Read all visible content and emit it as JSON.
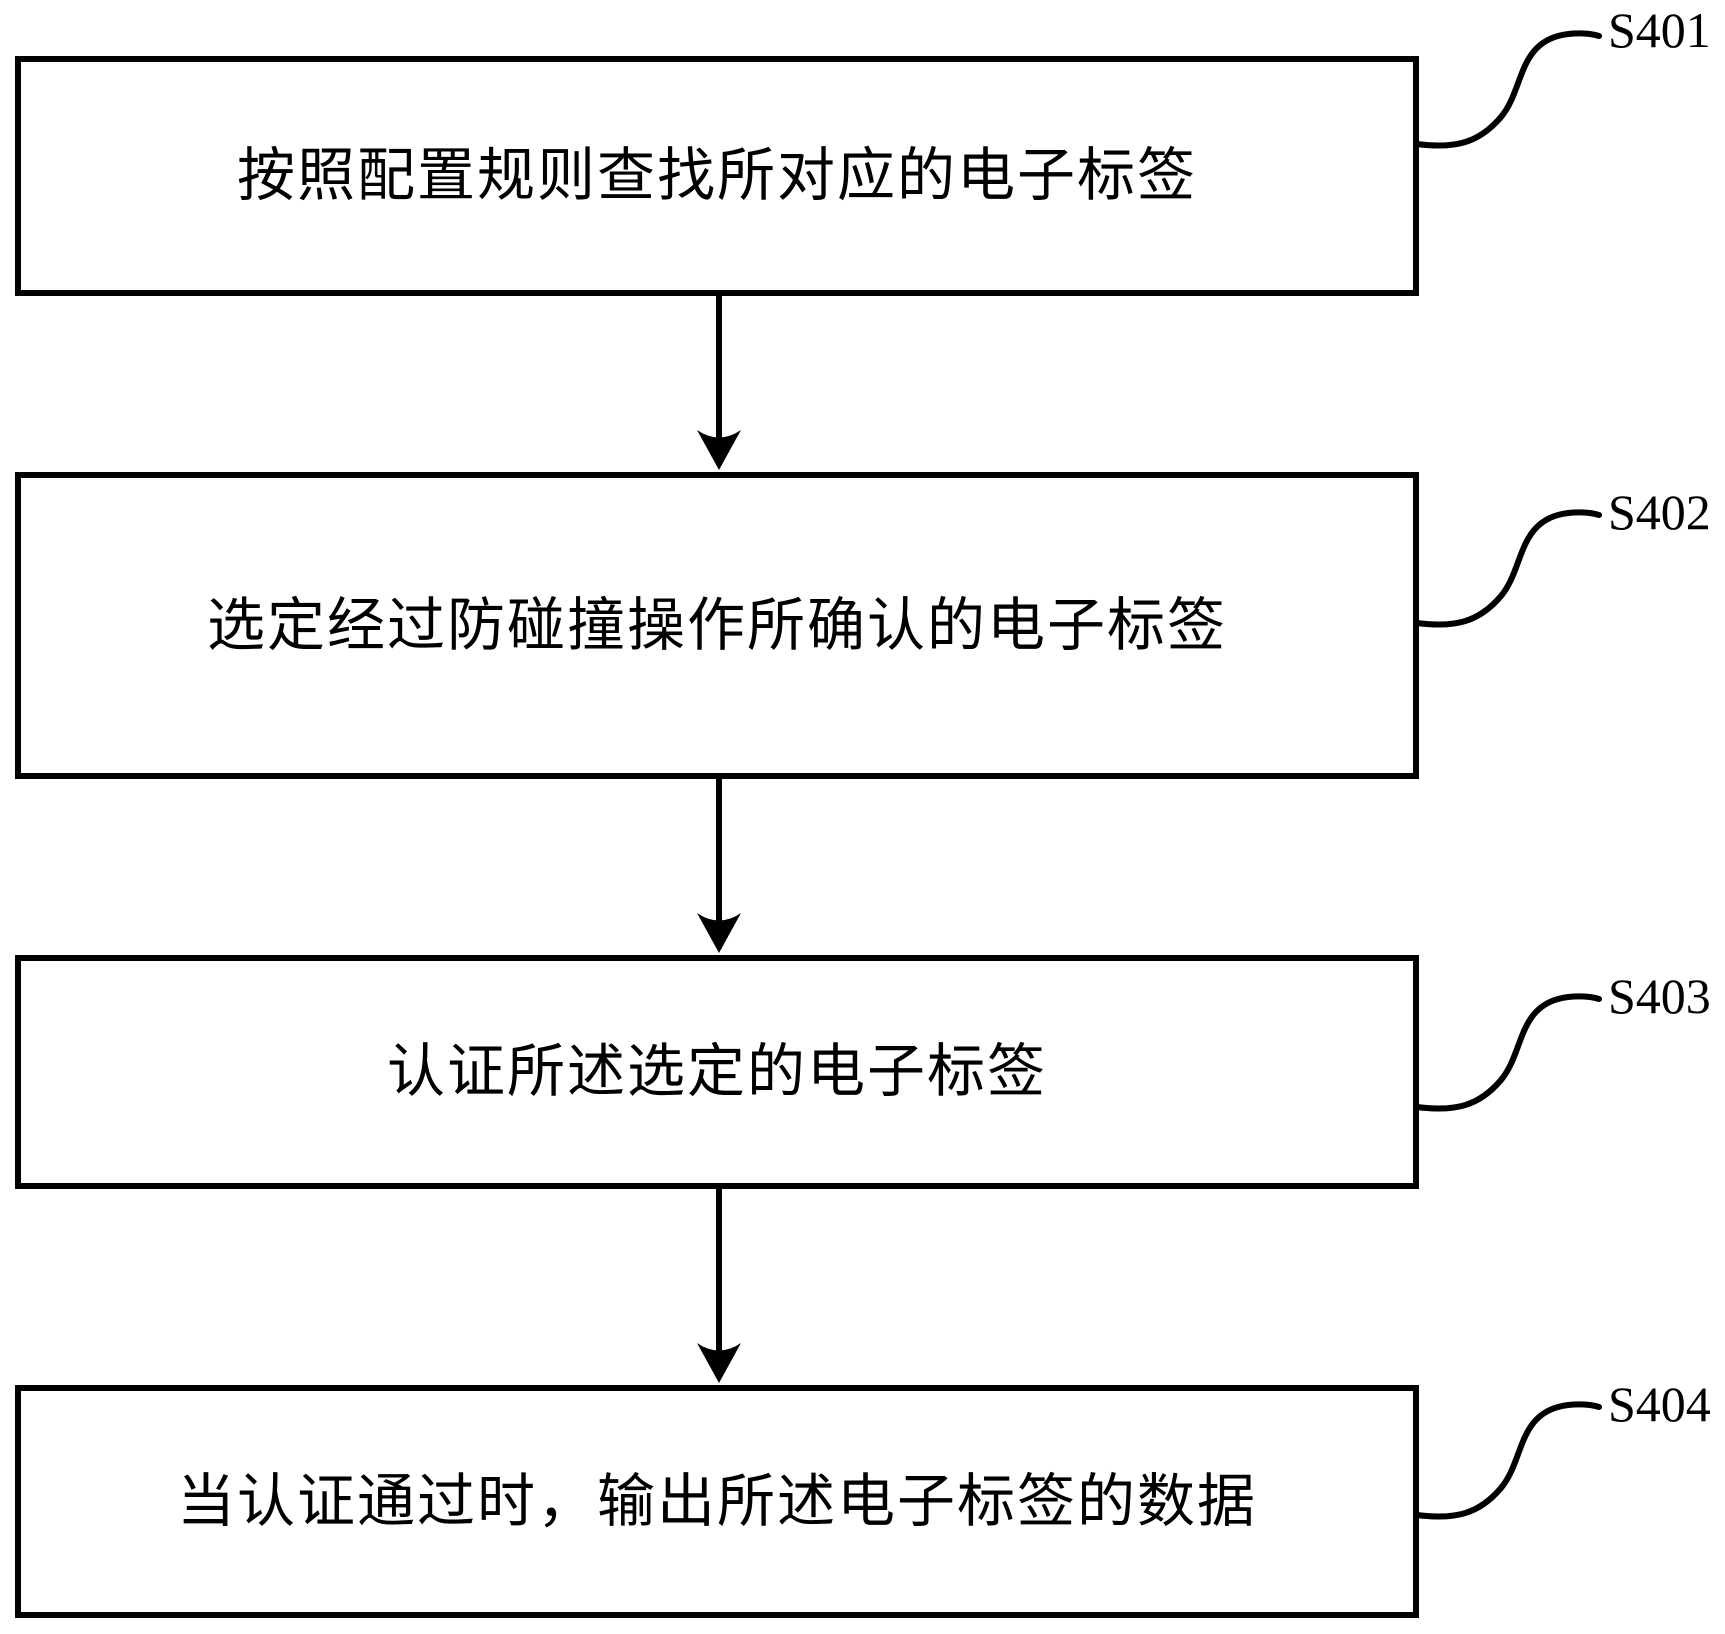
{
  "figure": {
    "type": "flowchart",
    "background_color": "#ffffff",
    "line_color": "#000000",
    "text_color": "#000000",
    "steps": [
      {
        "tag": "S401",
        "text": "按照配置规则查找所对应的电子标签"
      },
      {
        "tag": "S402",
        "text": "选定经过防碰撞操作所确认的电子标签"
      },
      {
        "tag": "S403",
        "text": "认证所述选定的电子标签"
      },
      {
        "tag": "S404",
        "text": "当认证通过时，输出所述电子标签的数据"
      }
    ],
    "connections": [
      {
        "from": "S401",
        "to": "S402"
      },
      {
        "from": "S402",
        "to": "S403"
      },
      {
        "from": "S403",
        "to": "S404"
      }
    ]
  }
}
